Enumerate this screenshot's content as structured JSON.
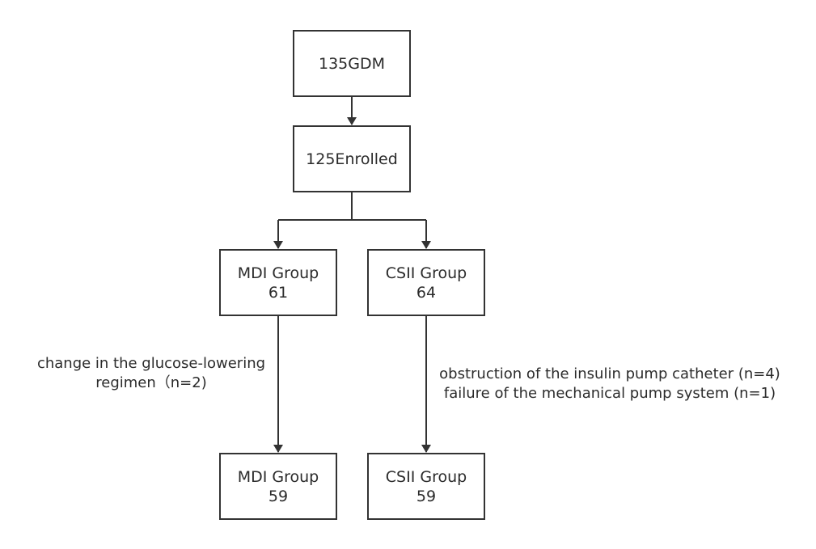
{
  "colors": {
    "line": "#333333",
    "text": "#2b2b2b",
    "background": "#ffffff"
  },
  "nodes": {
    "screened": {
      "line1": "135GDM"
    },
    "enrolled": {
      "line1": "125Enrolled"
    },
    "mdi_initial": {
      "line1": "MDI Group",
      "line2": "61"
    },
    "csii_initial": {
      "line1": "CSII Group",
      "line2": "64"
    },
    "mdi_final": {
      "line1": "MDI Group",
      "line2": "59"
    },
    "csii_final": {
      "line1": "CSII Group",
      "line2": "59"
    }
  },
  "notes": {
    "mdi_exclusion": {
      "line1": "change in the glucose-lowering",
      "line2": "regimen（n=2)"
    },
    "csii_exclusion": {
      "line1": "obstruction of the insulin pump catheter (n=4)",
      "line2": "failure of the mechanical pump system (n=1)"
    }
  }
}
